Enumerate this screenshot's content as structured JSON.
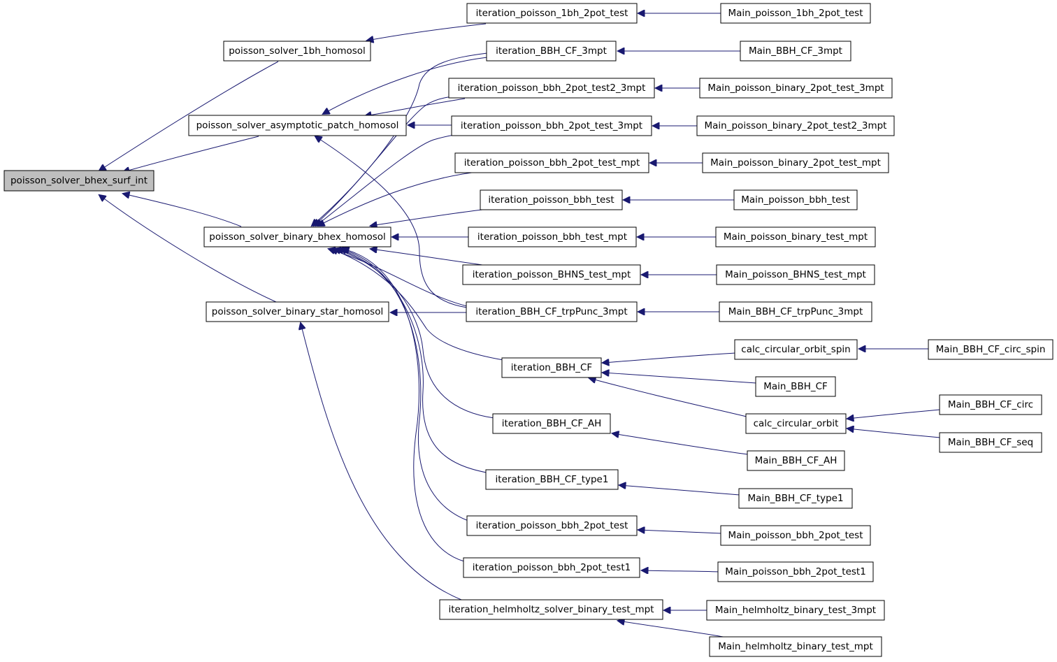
{
  "style": {
    "edge_color": "#191970",
    "root_fill": "#bfbfbf",
    "node_fill": "#ffffff",
    "border": "#000000"
  },
  "nodes": {
    "n0": "poisson_solver_bhex_surf_int",
    "n1": "poisson_solver_1bh_homosol",
    "n2": "poisson_solver_asymptotic_patch_homosol",
    "n3": "poisson_solver_binary_bhex_homosol",
    "n4": "poisson_solver_binary_star_homosol",
    "n5": "iteration_poisson_1bh_2pot_test",
    "n6": "iteration_BBH_CF_3mpt",
    "n7": "iteration_poisson_bbh_2pot_test2_3mpt",
    "n8": "iteration_poisson_bbh_2pot_test_3mpt",
    "n9": "iteration_poisson_bbh_2pot_test_mpt",
    "n10": "iteration_poisson_bbh_test",
    "n11": "iteration_poisson_bbh_test_mpt",
    "n12": "iteration_poisson_BHNS_test_mpt",
    "n13": "iteration_BBH_CF_trpPunc_3mpt",
    "n14": "iteration_BBH_CF",
    "n15": "iteration_BBH_CF_AH",
    "n16": "iteration_BBH_CF_type1",
    "n17": "iteration_poisson_bbh_2pot_test",
    "n18": "iteration_poisson_bbh_2pot_test1",
    "n19": "iteration_helmholtz_solver_binary_test_mpt",
    "n20": "Main_poisson_1bh_2pot_test",
    "n21": "Main_BBH_CF_3mpt",
    "n22": "Main_poisson_binary_2pot_test_3mpt",
    "n23": "Main_poisson_binary_2pot_test2_3mpt",
    "n24": "Main_poisson_binary_2pot_test_mpt",
    "n25": "Main_poisson_bbh_test",
    "n26": "Main_poisson_binary_test_mpt",
    "n27": "Main_poisson_BHNS_test_mpt",
    "n28": "Main_BBH_CF_trpPunc_3mpt",
    "n29": "calc_circular_orbit_spin",
    "n30": "Main_BBH_CF",
    "n31": "calc_circular_orbit",
    "n32": "Main_BBH_CF_AH",
    "n33": "Main_BBH_CF_type1",
    "n34": "Main_poisson_bbh_2pot_test",
    "n35": "Main_poisson_bbh_2pot_test1",
    "n36": "Main_helmholtz_binary_test_3mpt",
    "n37": "Main_helmholtz_binary_test_mpt",
    "n38": "Main_BBH_CF_circ_spin",
    "n39": "Main_BBH_CF_circ",
    "n40": "Main_BBH_CF_seq"
  }
}
